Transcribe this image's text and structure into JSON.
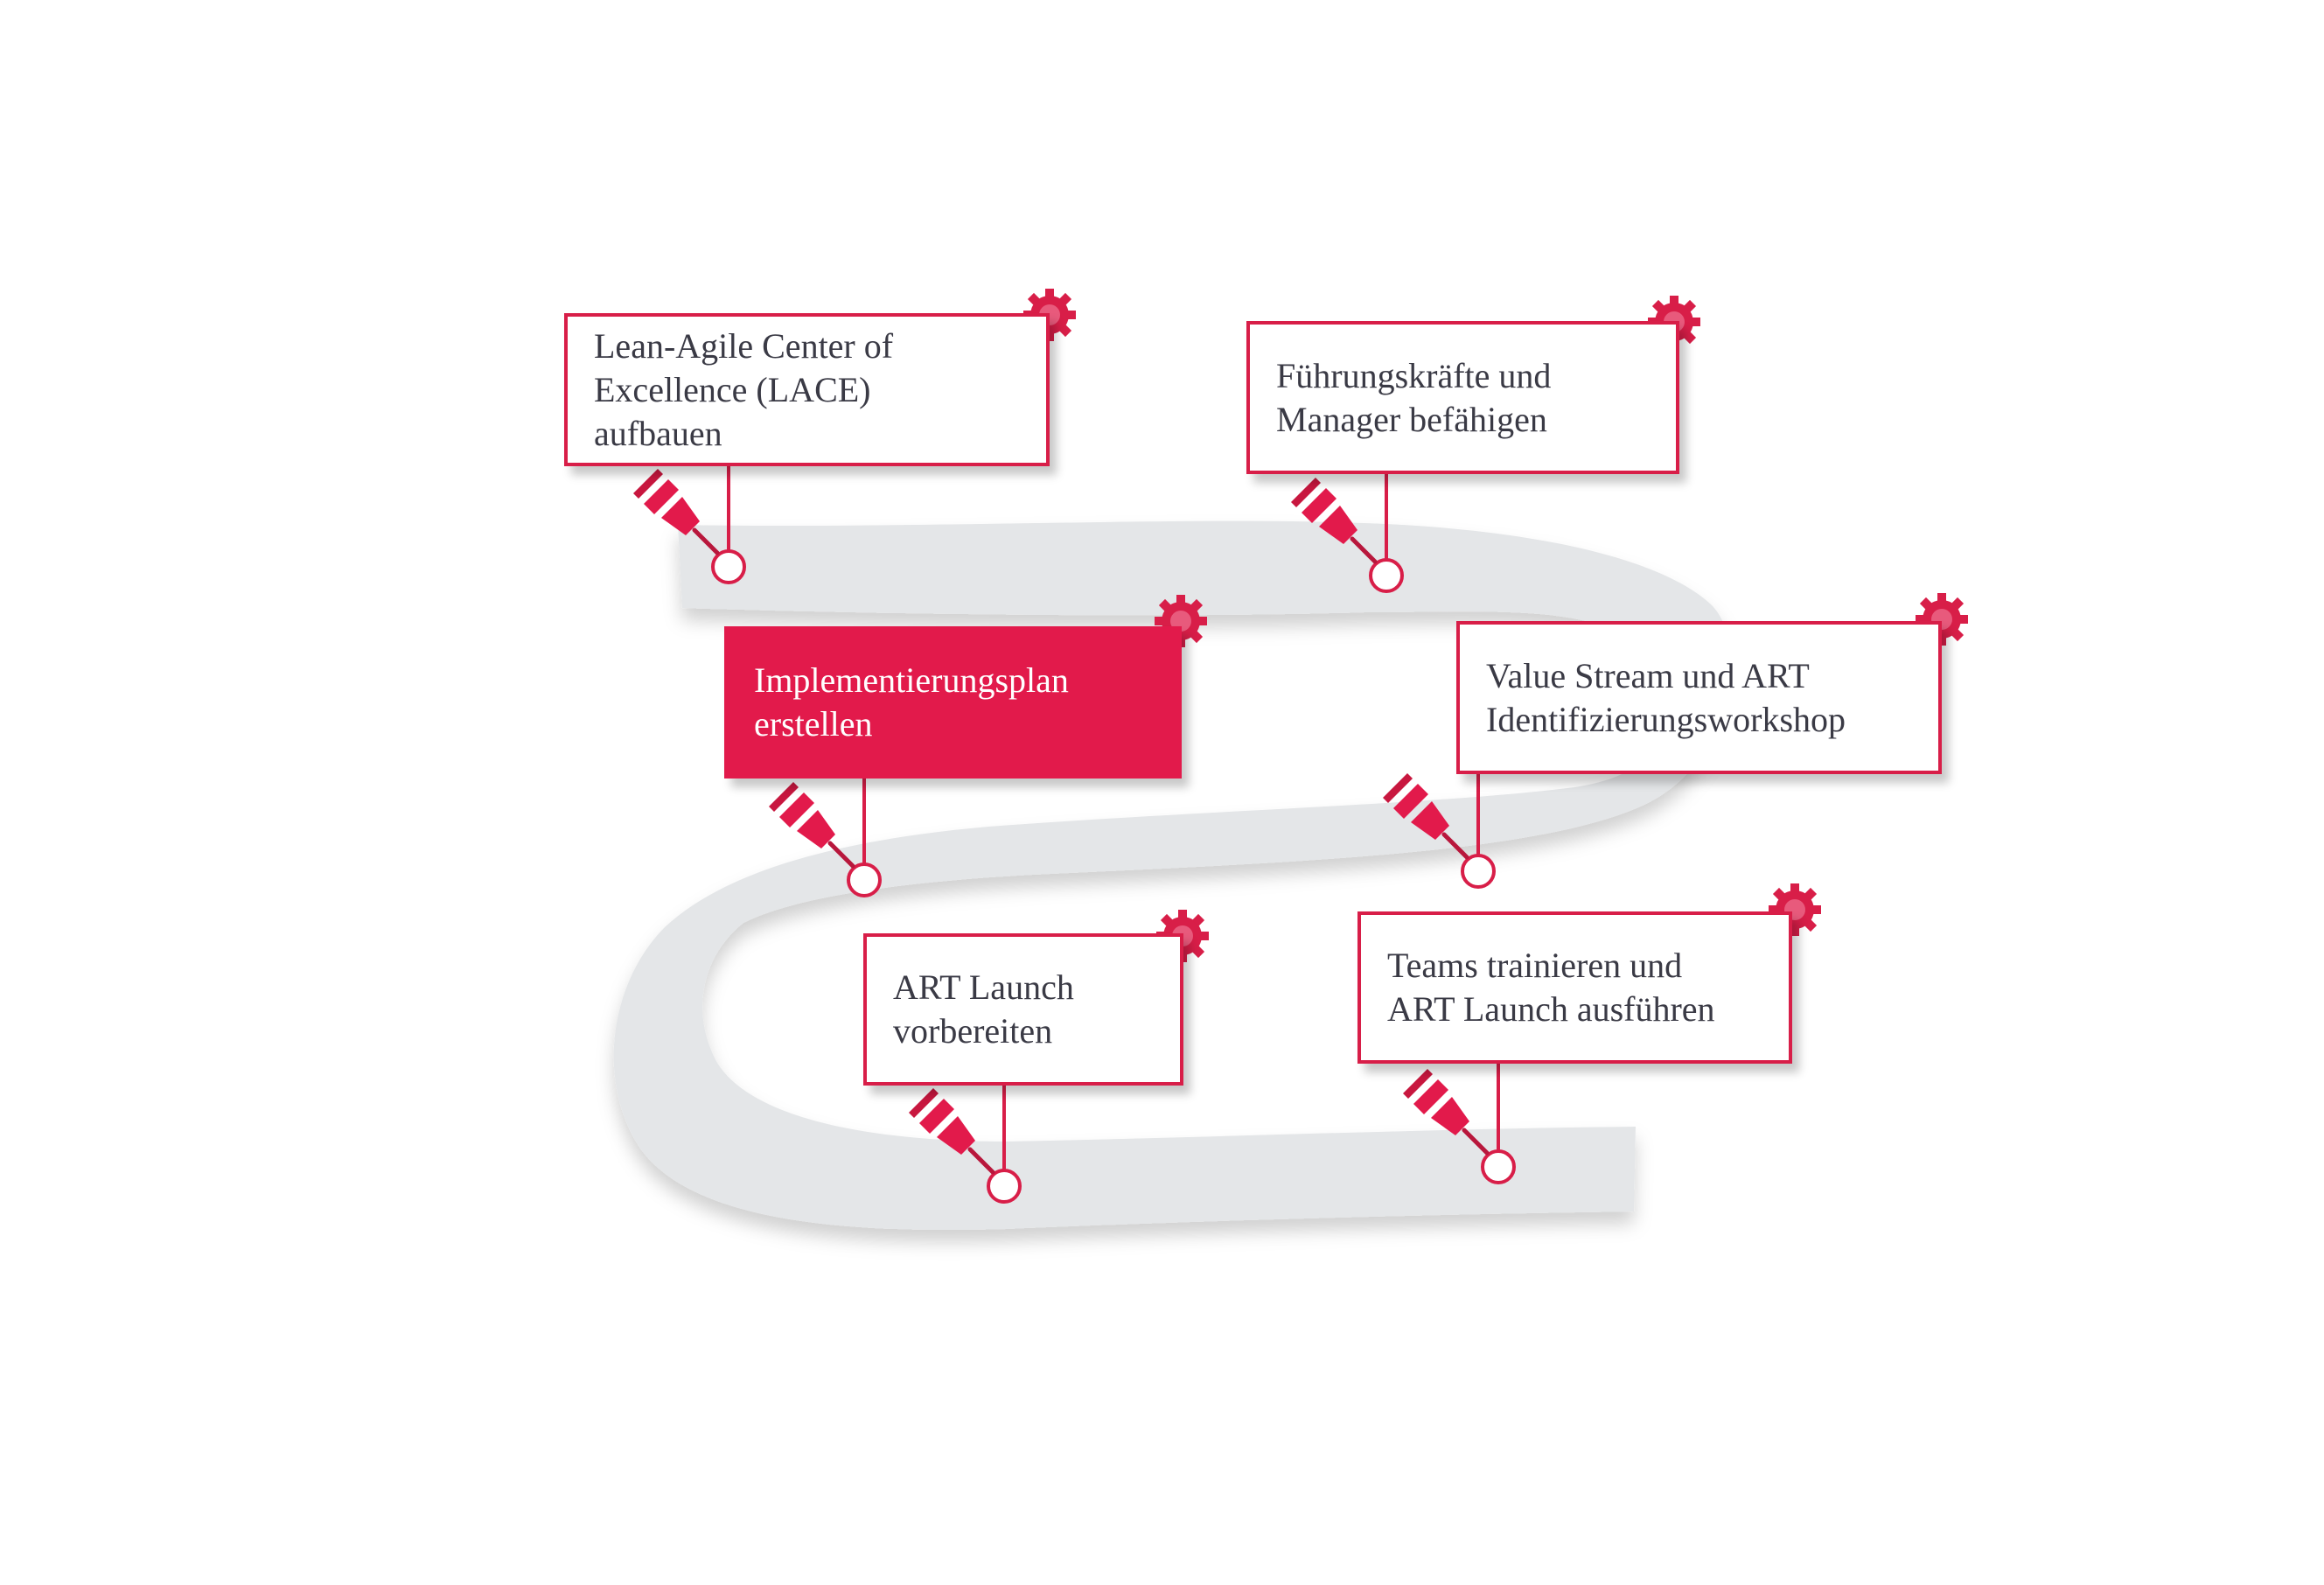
{
  "colors": {
    "accent": "#d81e48",
    "accent_active": "#e21a4b",
    "road": "#e4e6e8",
    "text": "#3a3a45",
    "gear_light": "#e85a7c"
  },
  "steps": [
    {
      "id": "lace",
      "lines": [
        "Lean-Agile Center of",
        "Excellence (LACE)",
        "aufbauen"
      ],
      "active": false,
      "icons": [
        "gears-icon",
        "pushpin-icon"
      ]
    },
    {
      "id": "fuehrung",
      "lines": [
        "Führungskräfte und",
        "Manager befähigen"
      ],
      "active": false,
      "icons": [
        "gears-icon",
        "pushpin-icon"
      ]
    },
    {
      "id": "plan",
      "lines": [
        "Implementierungsplan",
        "erstellen"
      ],
      "active": true,
      "icons": [
        "gears-icon",
        "pushpin-icon"
      ]
    },
    {
      "id": "valuestream",
      "lines": [
        "Value Stream und ART",
        "Identifizierungsworkshop"
      ],
      "active": false,
      "icons": [
        "gears-icon",
        "pushpin-icon"
      ]
    },
    {
      "id": "artprep",
      "lines": [
        "ART Launch",
        "vorbereiten"
      ],
      "active": false,
      "icons": [
        "gears-icon",
        "pushpin-icon"
      ]
    },
    {
      "id": "teams",
      "lines": [
        "Teams trainieren und",
        "ART Launch ausführen"
      ],
      "active": false,
      "icons": [
        "gears-icon",
        "pushpin-icon"
      ]
    }
  ]
}
